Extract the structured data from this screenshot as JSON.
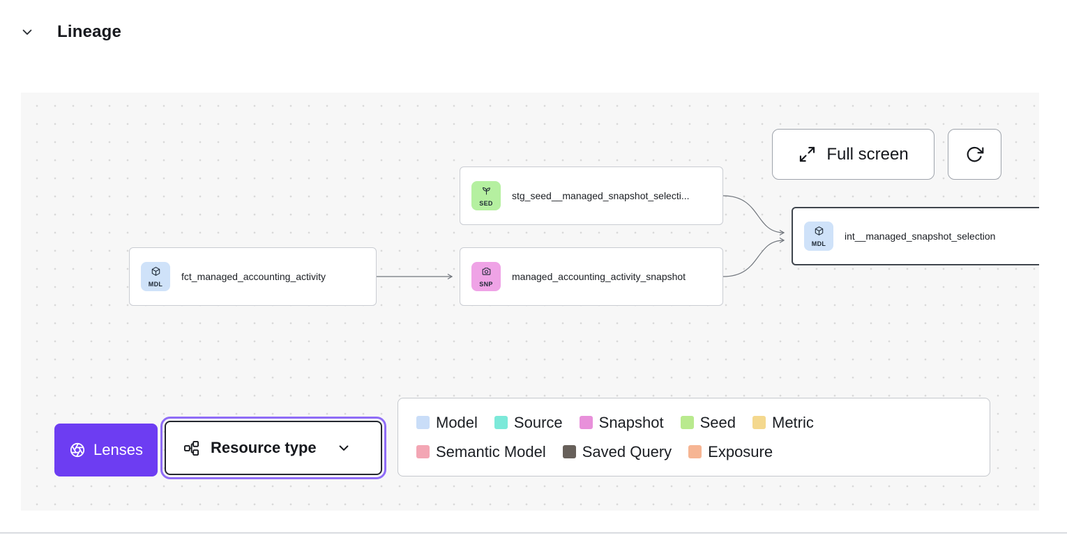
{
  "header": {
    "title": "Lineage"
  },
  "toolbar": {
    "fullscreen_label": "Full screen"
  },
  "graph": {
    "nodes": [
      {
        "badge": "SED",
        "label": "stg_seed__managed_snapshot_selecti...",
        "color": "#b5f0a0"
      },
      {
        "badge": "MDL",
        "label": "fct_managed_accounting_activity",
        "color": "#cfe2f9"
      },
      {
        "badge": "SNP",
        "label": "managed_accounting_activity_snapshot",
        "color": "#efa3e6"
      },
      {
        "badge": "MDL",
        "label": "int__managed_snapshot_selection",
        "color": "#cfe2f9"
      }
    ],
    "edge_color": "#71767d"
  },
  "controls": {
    "lenses_label": "Lenses",
    "lenses_color": "#6d3df2",
    "resource_type_label": "Resource type"
  },
  "legend": {
    "items": [
      {
        "label": "Model",
        "color": "#c9ddf8"
      },
      {
        "label": "Source",
        "color": "#7ce9d9"
      },
      {
        "label": "Snapshot",
        "color": "#e890da"
      },
      {
        "label": "Seed",
        "color": "#b9ea8e"
      },
      {
        "label": "Metric",
        "color": "#f4d88e"
      },
      {
        "label": "Semantic Model",
        "color": "#f3a6b4"
      },
      {
        "label": "Saved Query",
        "color": "#67605a"
      },
      {
        "label": "Exposure",
        "color": "#f6b593"
      }
    ]
  },
  "icons": {
    "collapse": "chevron-down",
    "fullscreen": "expand-arrows",
    "refresh": "rotate-clockwise",
    "model_badge": "cube",
    "seed_badge": "sprout",
    "snapshot_badge": "camera",
    "lenses": "aperture",
    "resource_type": "hierarchy",
    "dropdown": "chevron-down"
  }
}
